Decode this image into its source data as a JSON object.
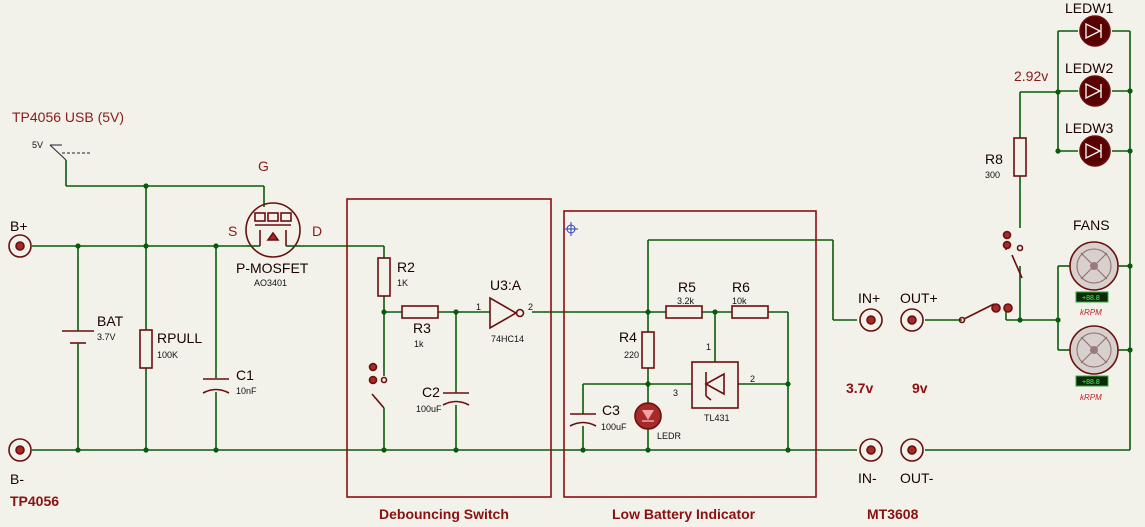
{
  "labels": {
    "tp4056_usb": "TP4056 USB (5V)",
    "v5": "5V",
    "b_plus": "B+",
    "b_minus": "B-",
    "tp4056": "TP4056",
    "g": "G",
    "s": "S",
    "d": "D",
    "pmosfet": "P-MOSFET",
    "pmosfet_part": "AO3401",
    "bat": "BAT",
    "bat_val": "3.7V",
    "rpull": "RPULL",
    "rpull_val": "100K",
    "c1": "C1",
    "c1_val": "10nF",
    "r2": "R2",
    "r2_val": "1K",
    "r3": "R3",
    "r3_val": "1k",
    "c2": "C2",
    "c2_val": "100uF",
    "u3": "U3:A",
    "u3_part": "74HC14",
    "pin1": "1",
    "pin2": "2",
    "r5": "R5",
    "r5_val": "3.2k",
    "r6": "R6",
    "r6_val": "10k",
    "r4": "R4",
    "r4_val": "220",
    "c3": "C3",
    "c3_val": "100uF",
    "ledr": "LEDR",
    "tl431": "TL431",
    "tl_pin1": "1",
    "tl_pin2": "2",
    "tl_pin3": "3",
    "in_plus": "IN+",
    "in_minus": "IN-",
    "out_plus": "OUT+",
    "out_minus": "OUT-",
    "v37": "3.7v",
    "v9": "9v",
    "mt3608": "MT3608",
    "debounce": "Debouncing Switch",
    "lowbat": "Low Battery Indicator",
    "r8": "R8",
    "r8_val": "300",
    "v292": "2.92v",
    "ledw1": "LEDW1",
    "ledw2": "LEDW2",
    "ledw3": "LEDW3",
    "fans": "FANS",
    "krpm1": "kRPM",
    "krpm2": "kRPM",
    "fan_display1": "+88.8",
    "fan_display2": "+88.8"
  },
  "colors": {
    "wire": "#0b5a0b",
    "component": "#a52a2a",
    "box": "#8b1010",
    "background": "#F2F2EA"
  }
}
